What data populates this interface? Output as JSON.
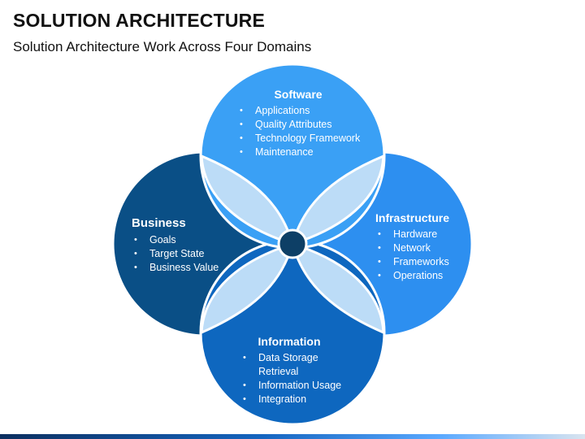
{
  "title": "SOLUTION ARCHITECTURE",
  "subtitle": "Solution Architecture Work Across Four Domains",
  "colors": {
    "software": "#3aa0f5",
    "infrastructure": "#2d8ff0",
    "business": "#0a4f86",
    "information": "#0e67bf",
    "petal": "#bcdcf7",
    "center": "#0d3f66"
  },
  "domains": {
    "software": {
      "title": "Software",
      "items": [
        "Applications",
        "Quality Attributes",
        "Technology Framework",
        "Maintenance"
      ]
    },
    "infrastructure": {
      "title": "Infrastructure",
      "items": [
        "Hardware",
        "Network",
        "Frameworks",
        "Operations"
      ]
    },
    "business": {
      "title": "Business",
      "items": [
        "Goals",
        "Target State",
        "Business Value"
      ]
    },
    "information": {
      "title": "Information",
      "items": [
        "Data Storage",
        "Retrieval",
        "Information Usage",
        "Integration"
      ]
    }
  }
}
